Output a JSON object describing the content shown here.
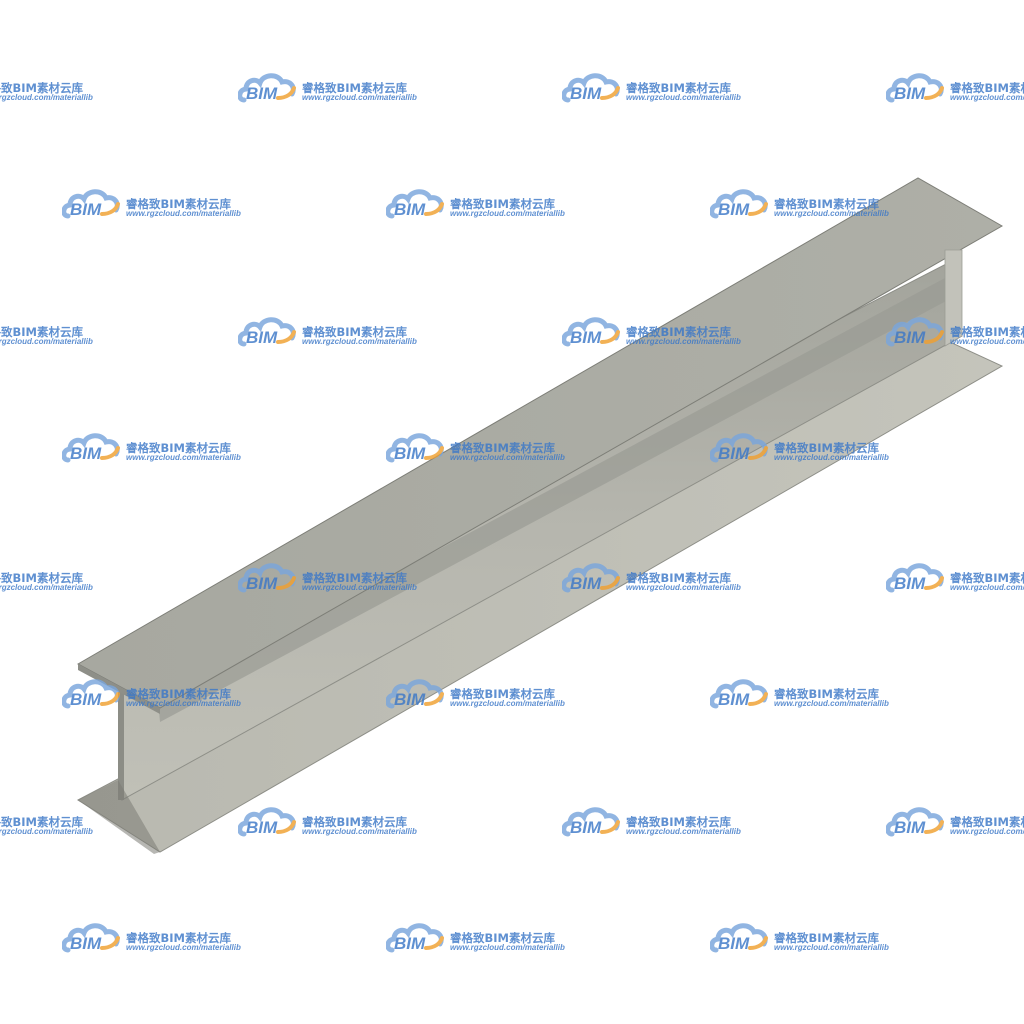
{
  "watermark": {
    "brand": "BIM",
    "title": "睿格致BIM素材云库",
    "url": "www.rgzcloud.com/materiallib",
    "icon": "cloud-logo-icon",
    "colors": {
      "blue": "#3c78c8",
      "cloud_light": "#7aa6dc",
      "orange": "#f0a030"
    }
  },
  "beam": {
    "colors": {
      "top_flange": "#a9aaa2",
      "web_face": "#b3b3ab",
      "web_shade": "#9c9d95",
      "bottom_flange_top": "#bcbcb2",
      "end_face": "#8e8f88",
      "edge": "#7d7e77"
    }
  }
}
